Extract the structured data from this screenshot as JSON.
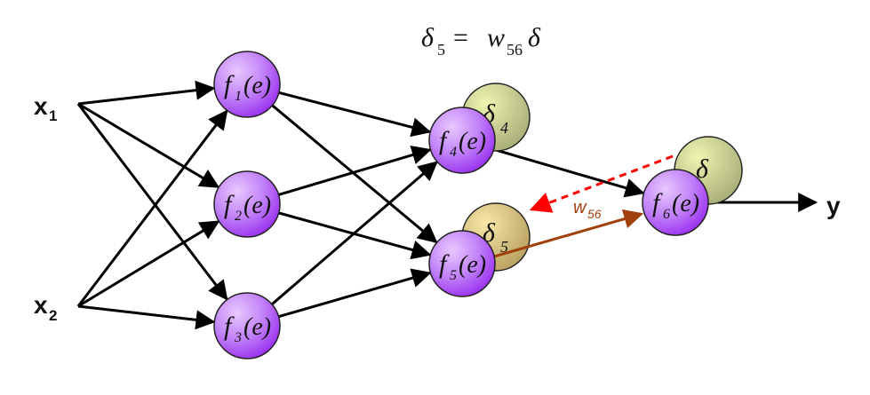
{
  "formula": {
    "lhs": "δ",
    "lhs_sub": "5",
    "eq": "=",
    "w": "w",
    "w_sub": "56",
    "rhs": "δ"
  },
  "inputs": [
    {
      "id": "x1",
      "label": "x",
      "sub": "1"
    },
    {
      "id": "x2",
      "label": "x",
      "sub": "2"
    }
  ],
  "output": {
    "label": "y"
  },
  "neurons": [
    {
      "id": "f1",
      "fn": "f",
      "sub": "1",
      "arg": "(e)"
    },
    {
      "id": "f2",
      "fn": "f",
      "sub": "2",
      "arg": "(e)"
    },
    {
      "id": "f3",
      "fn": "f",
      "sub": "3",
      "arg": "(e)"
    },
    {
      "id": "f4",
      "fn": "f",
      "sub": "4",
      "arg": "(e)"
    },
    {
      "id": "f5",
      "fn": "f",
      "sub": "5",
      "arg": "(e)"
    },
    {
      "id": "f6",
      "fn": "f",
      "sub": "6",
      "arg": "(e)"
    }
  ],
  "deltas": [
    {
      "id": "d4",
      "sym": "δ",
      "sub": "4",
      "color": "#d4dc8c"
    },
    {
      "id": "d5",
      "sym": "δ",
      "sub": "5",
      "color": "#e8c870"
    },
    {
      "id": "d6",
      "sym": "δ",
      "sub": "",
      "color": "#c8d88c"
    }
  ],
  "weight_label": {
    "w": "w",
    "sub": "56",
    "color": "#a0400a"
  },
  "colors": {
    "neuron": "#b060f0",
    "edge": "#000000",
    "backprop": "#ff0000",
    "weight_edge": "#a0400a"
  }
}
